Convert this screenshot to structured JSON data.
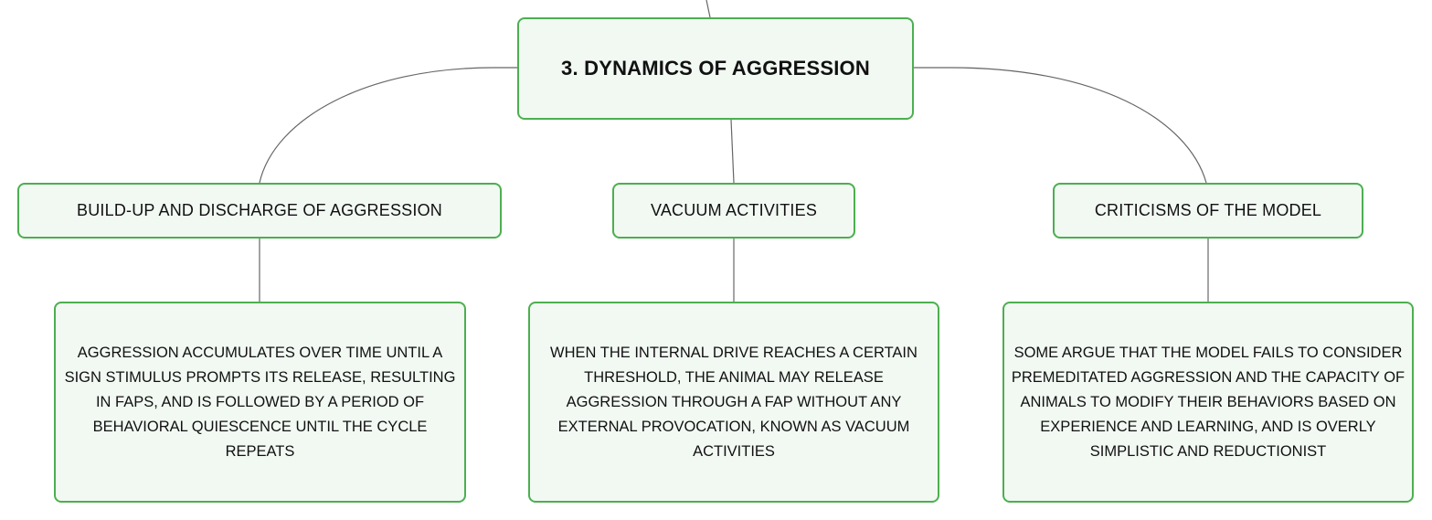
{
  "diagram": {
    "root": {
      "label": "3. DYNAMICS OF AGGRESSION"
    },
    "branches": [
      {
        "label": "BUILD-UP AND DISCHARGE OF AGGRESSION",
        "detail": "AGGRESSION ACCUMULATES OVER TIME UNTIL A SIGN STIMULUS PROMPTS ITS RELEASE, RESULTING IN FAPS, AND IS FOLLOWED BY A PERIOD OF BEHAVIORAL QUIESCENCE UNTIL THE CYCLE REPEATS"
      },
      {
        "label": "VACUUM ACTIVITIES",
        "detail": "WHEN THE INTERNAL DRIVE REACHES A CERTAIN THRESHOLD, THE ANIMAL MAY RELEASE AGGRESSION THROUGH A FAP WITHOUT ANY EXTERNAL PROVOCATION, KNOWN AS VACUUM ACTIVITIES"
      },
      {
        "label": "CRITICISMS OF THE MODEL",
        "detail": "SOME ARGUE THAT THE MODEL FAILS TO CONSIDER PREMEDITATED AGGRESSION AND THE CAPACITY OF ANIMALS TO MODIFY THEIR BEHAVIORS BASED ON EXPERIENCE AND LEARNING, AND IS OVERLY SIMPLISTIC AND REDUCTIONIST"
      }
    ]
  },
  "colors": {
    "node_border": "#4caf50",
    "node_fill": "#f2f9f3",
    "connector": "#666666",
    "text": "#111111"
  }
}
